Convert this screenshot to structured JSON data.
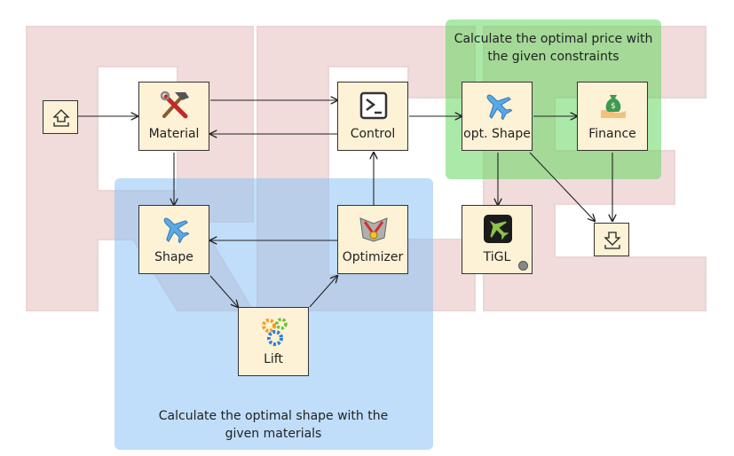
{
  "groups": {
    "price": {
      "label": "Calculate the optimal price with the given constraints",
      "color": "#7fd67a"
    },
    "shape": {
      "label": "Calculate the optimal shape with the given materials",
      "color": "#90c4f2"
    }
  },
  "watermark": {
    "text": "RCE",
    "color": "#d9a0a0"
  },
  "nodes": {
    "input": {
      "icon": "upload-icon"
    },
    "material": {
      "label": "Material",
      "icon": "hammer-wrench-icon"
    },
    "control": {
      "label": "Control",
      "icon": "terminal-script-icon"
    },
    "opt_shape": {
      "label": "opt. Shape",
      "icon": "airplane-icon"
    },
    "finance": {
      "label": "Finance",
      "icon": "money-bag-icon"
    },
    "shape": {
      "label": "Shape",
      "icon": "airplane-icon"
    },
    "optimizer": {
      "label": "Optimizer",
      "icon": "optimizer-icon"
    },
    "tigl": {
      "label": "TiGL",
      "icon": "tigl-plane-icon"
    },
    "lift": {
      "label": "Lift",
      "icon": "gears-icon"
    },
    "output": {
      "icon": "download-icon"
    }
  }
}
